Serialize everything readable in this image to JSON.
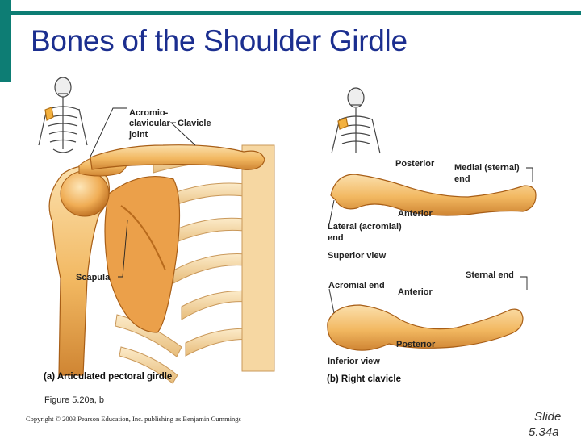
{
  "slide": {
    "title": "Bones of the Shoulder Girdle",
    "figure_ref": "Figure 5.20a, b",
    "copyright": "Copyright © 2003 Pearson Education, Inc. publishing as Benjamin Cummings",
    "slide_label": "Slide",
    "slide_number": "5.34a"
  },
  "figure_a": {
    "labels": {
      "acromio": "Acromio-",
      "clavicular": "clavicular",
      "joint": "joint",
      "clavicle": "Clavicle",
      "scapula": "Scapula"
    },
    "caption": "(a) Articulated pectoral girdle"
  },
  "figure_b": {
    "labels": {
      "posterior_top": "Posterior",
      "medial_sternal": "Medial (sternal)",
      "end_medial": "end",
      "anterior_top": "Anterior",
      "lateral_acromial": "Lateral (acromial)",
      "end_lateral": "end",
      "superior_view": "Superior view",
      "sternal_end": "Sternal end",
      "acromial_end": "Acromial end",
      "anterior_bottom": "Anterior",
      "posterior_bottom": "Posterior",
      "inferior_view": "Inferior view"
    },
    "caption": "(b) Right clavicle"
  },
  "colors": {
    "title": "#1b2e8f",
    "frame": "#0d7d74",
    "bone": "#f0bb6a",
    "bone_dark": "#c97a25",
    "bone_light": "#fbe3b0"
  }
}
